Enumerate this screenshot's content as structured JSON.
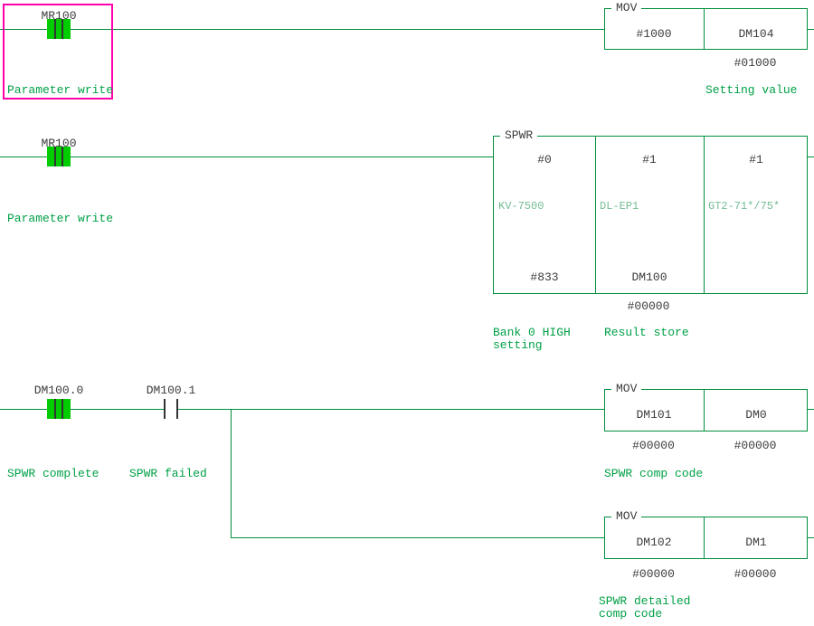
{
  "colors": {
    "wire": "#008F3D",
    "comment_text": "#00A046",
    "device_text": "#3C3C3C",
    "model_text": "#74BD94",
    "energized_fill": "#00CC00",
    "contact_bar": "#333333",
    "selection_border": "#FF00AA",
    "background": "#FFFFFF"
  },
  "rung1": {
    "contact": {
      "device": "MR100",
      "comment": "Parameter write",
      "state": "on",
      "selected": true
    },
    "mov": {
      "title": "MOV",
      "operand1": "#1000",
      "operand2": "DM104",
      "operand2_value": "#01000",
      "comment": "Setting value"
    }
  },
  "rung2": {
    "contact": {
      "device": "MR100",
      "comment": "Parameter write",
      "state": "on"
    },
    "spwr": {
      "title": "SPWR",
      "col1": {
        "operand_top": "#0",
        "model": "KV-7500",
        "operand_bottom": "#833",
        "comment_line1": "Bank 0 HIGH",
        "comment_line2": "setting"
      },
      "col2": {
        "operand_top": "#1",
        "model": "DL-EP1",
        "operand_bottom": "DM100",
        "value": "#00000",
        "comment": "Result store"
      },
      "col3": {
        "operand_top": "#1",
        "model": "GT2-71*/75*"
      }
    }
  },
  "rung3": {
    "contact1": {
      "device": "DM100.0",
      "comment": "SPWR complete",
      "state": "on"
    },
    "contact2": {
      "device": "DM100.1",
      "comment": "SPWR failed",
      "state": "off"
    },
    "mov1": {
      "title": "MOV",
      "operand1": "DM101",
      "operand2": "DM0",
      "operand1_value": "#00000",
      "operand2_value": "#00000",
      "comment": "SPWR comp code"
    },
    "mov2": {
      "title": "MOV",
      "operand1": "DM102",
      "operand2": "DM1",
      "operand1_value": "#00000",
      "operand2_value": "#00000",
      "comment_line1": "SPWR detailed",
      "comment_line2": "comp code"
    }
  }
}
